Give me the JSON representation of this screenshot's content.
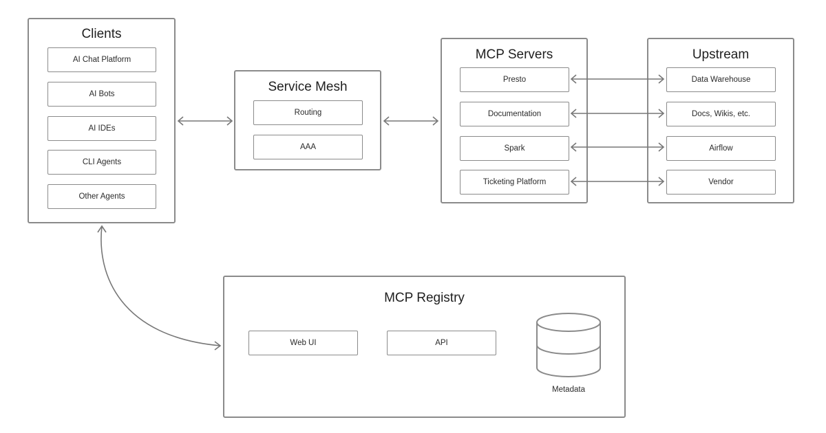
{
  "clients": {
    "title": "Clients",
    "items": [
      "AI Chat Platform",
      "AI Bots",
      "AI IDEs",
      "CLI Agents",
      "Other Agents"
    ]
  },
  "service_mesh": {
    "title": "Service Mesh",
    "items": [
      "Routing",
      "AAA"
    ]
  },
  "mcp_servers": {
    "title": "MCP Servers",
    "items": [
      "Presto",
      "Documentation",
      "Spark",
      "Ticketing Platform"
    ]
  },
  "upstream": {
    "title": "Upstream",
    "items": [
      "Data Warehouse",
      "Docs, Wikis, etc.",
      "Airflow",
      "Vendor"
    ]
  },
  "registry": {
    "title": "MCP Registry",
    "items": [
      "Web UI",
      "API"
    ],
    "database_label": "Metadata",
    "database_icon": "database-icon"
  },
  "colors": {
    "border": "#8a8a8a",
    "arrow": "#777777",
    "text": "#1f1f1f"
  }
}
